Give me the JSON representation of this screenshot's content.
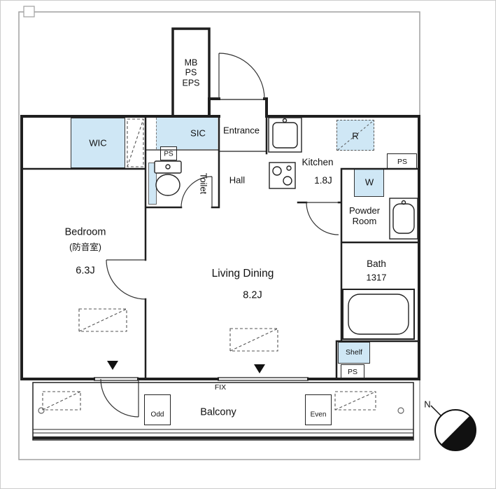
{
  "colors": {
    "room_highlight": "#cfe7f5",
    "wall": "#1f1f1f",
    "boundary": "#a0a0a0"
  },
  "shaft": {
    "line1": "MB",
    "line2": "PS",
    "line3": "EPS"
  },
  "rooms": {
    "wic": "WIC",
    "sic": "SIC",
    "entrance": "Entrance",
    "toilet": "Toilet",
    "hall": "Hall",
    "kitchen": "Kitchen",
    "kitchen_size": "1.8J",
    "fridge": "R",
    "washer": "W",
    "powder_room": "Powder Room",
    "bath": "Bath",
    "bath_size": "1317",
    "bedroom": "Bedroom",
    "bedroom_note": "(防音室)",
    "bedroom_size": "6.3J",
    "living": "Living Dining",
    "living_size": "8.2J",
    "shelf": "Shelf",
    "balcony": "Balcony",
    "fix": "FIX",
    "odd": "Odd",
    "even": "Even"
  },
  "ducts": {
    "ps_entry": "PS",
    "ps_top_right": "PS",
    "ps_bottom": "PS"
  },
  "compass": {
    "north": "N"
  }
}
